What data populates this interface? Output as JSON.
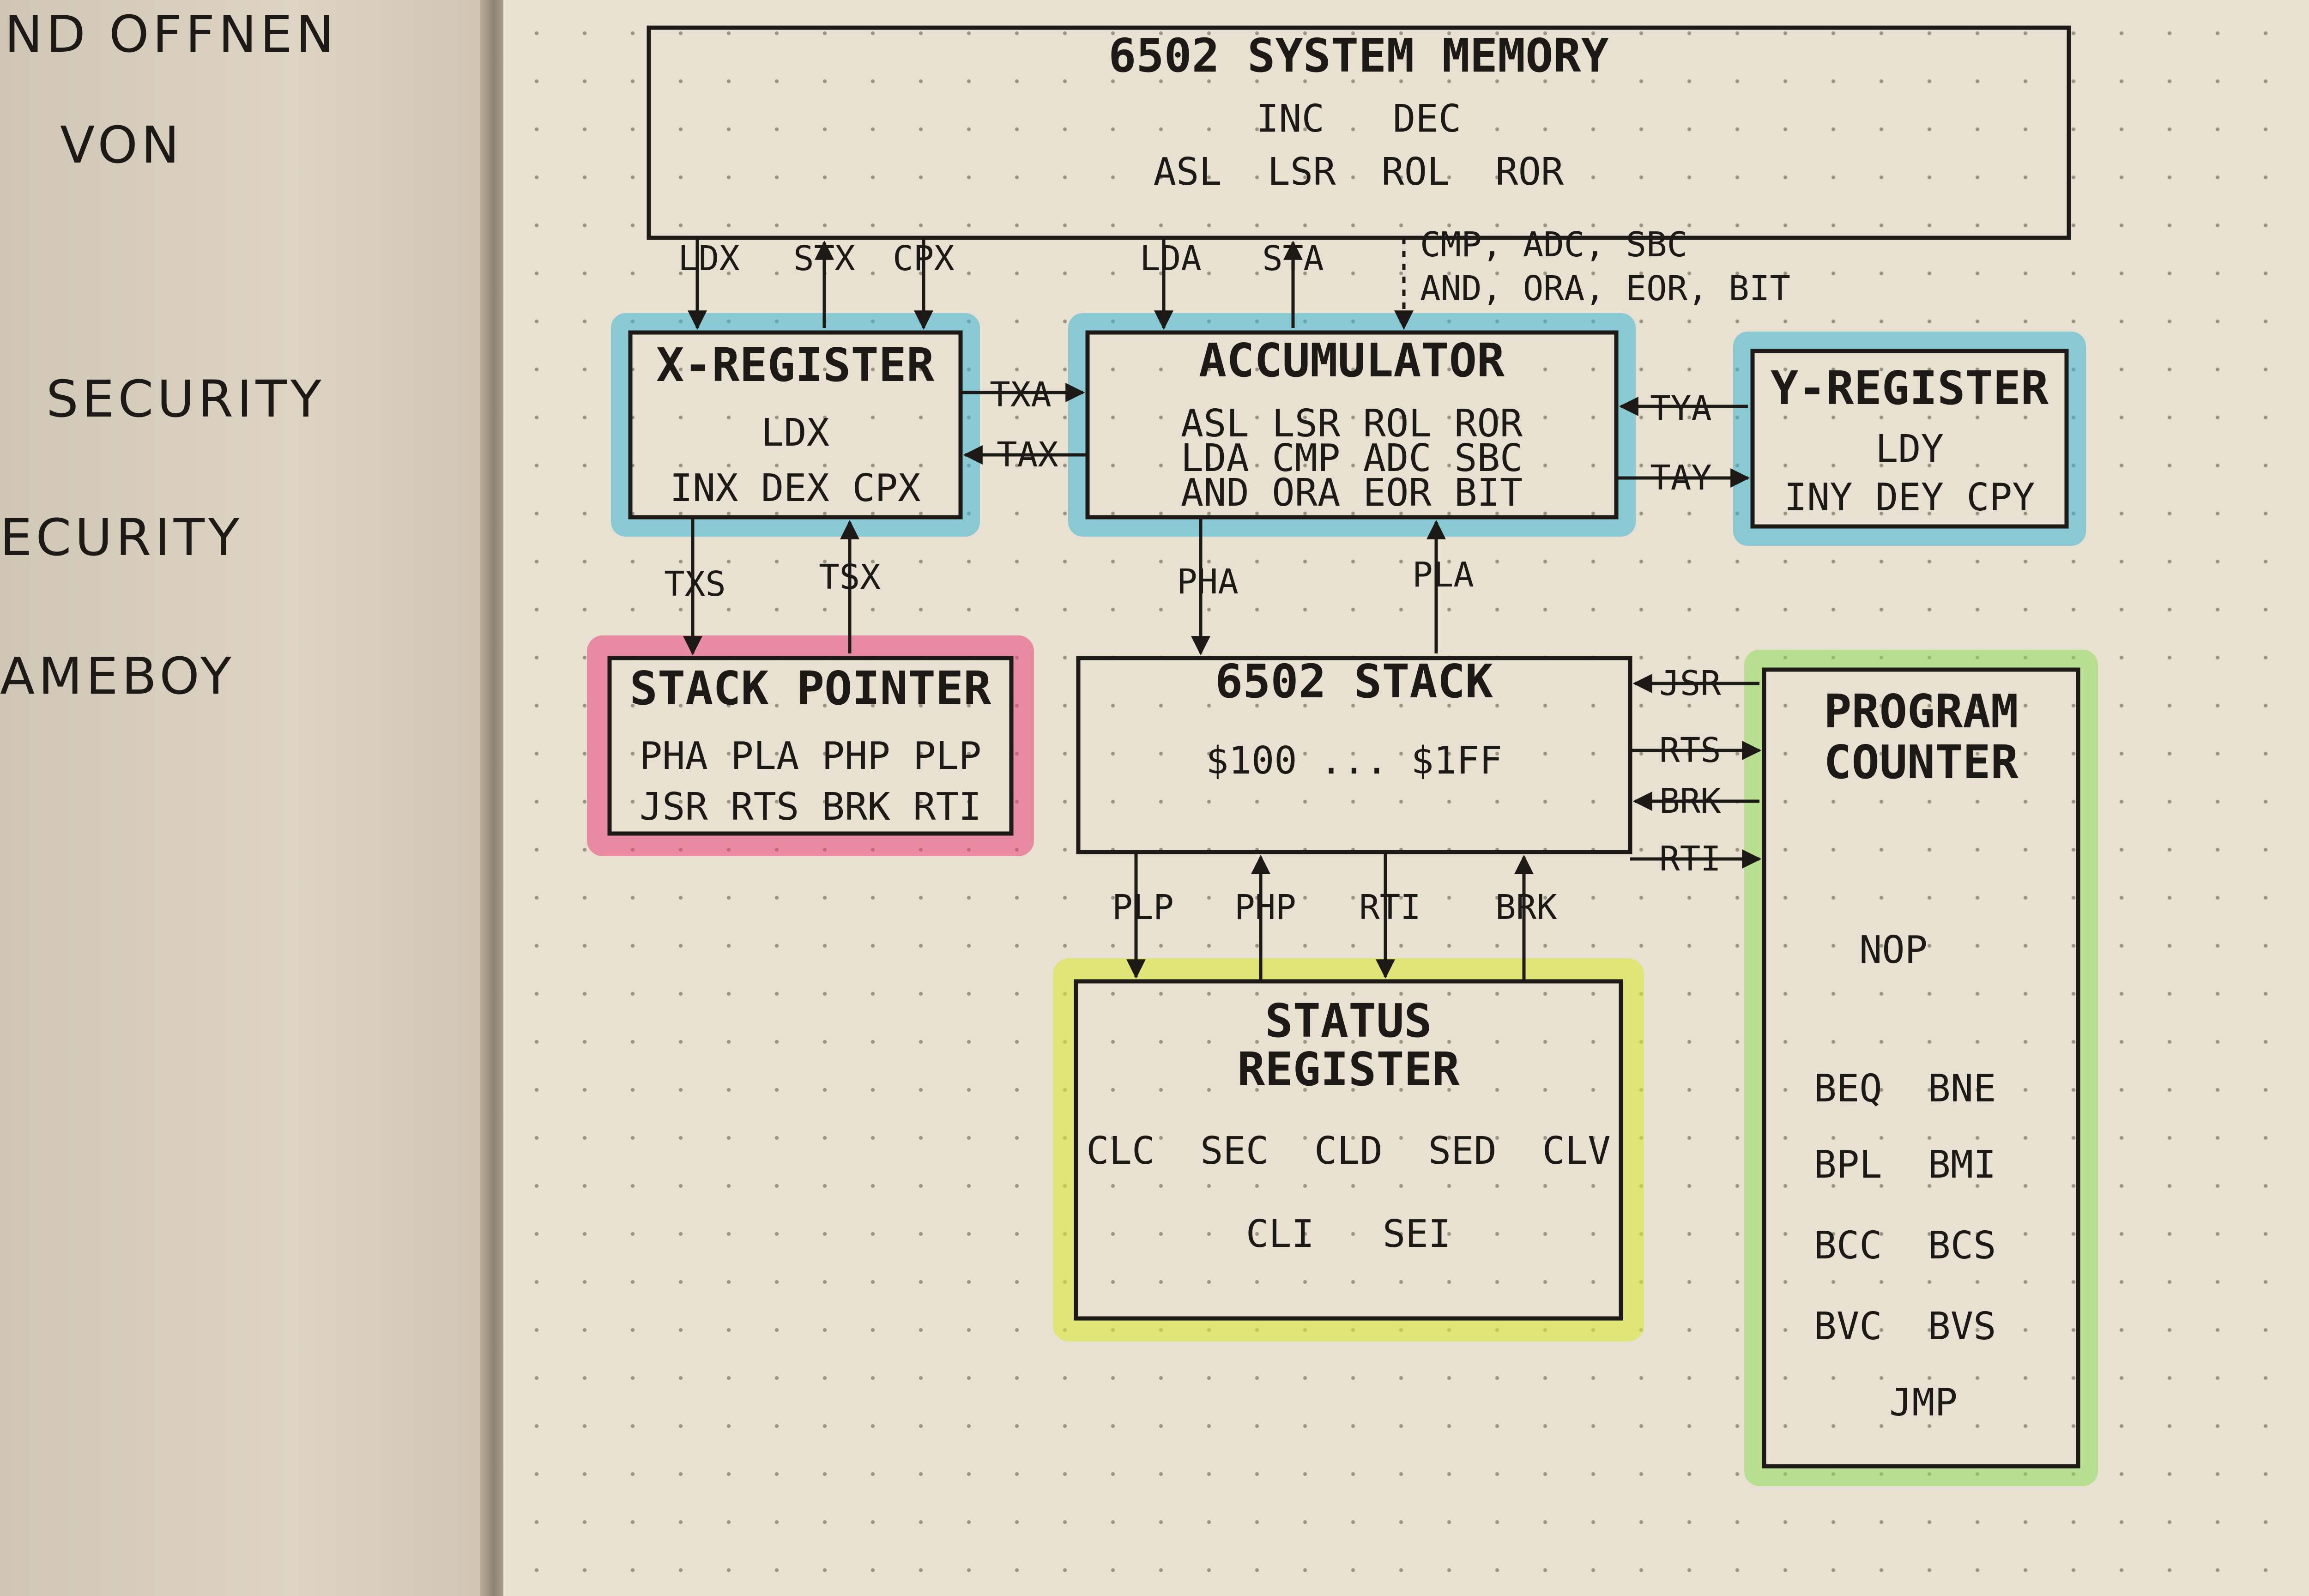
{
  "left_page": {
    "lines": [
      "ND OFFNEN",
      "VON",
      "SECURITY",
      "ECURITY",
      "AMEBOY"
    ]
  },
  "nodes": {
    "memory": {
      "title": "6502 SYSTEM MEMORY",
      "line1": "INC   DEC",
      "line2": "ASL  LSR  ROL  ROR"
    },
    "xreg": {
      "title": "X-REGISTER",
      "line1": "LDX",
      "line2": "INX DEX CPX",
      "color": "#3bb7d3"
    },
    "acc": {
      "title": "ACCUMULATOR",
      "line1": "ASL LSR ROL ROR",
      "line2": "LDA CMP ADC SBC",
      "line3": "AND ORA EOR BIT",
      "color": "#3bb7d3"
    },
    "yreg": {
      "title": "Y-REGISTER",
      "line1": "LDY",
      "line2": "INY DEY CPY",
      "color": "#3bb7d3"
    },
    "sp": {
      "title": "STACK POINTER",
      "line1": "PHA PLA PHP PLP",
      "line2": "JSR RTS BRK RTI",
      "color": "#e8457a"
    },
    "stack": {
      "title": "6502 STACK",
      "line1": "$100 ... $1FF"
    },
    "status": {
      "title1": "STATUS",
      "title2": "REGISTER",
      "line1": "CLC  SEC  CLD  SED  CLV",
      "line2": "CLI   SEI",
      "color": "#d8e83a"
    },
    "pc": {
      "title1": "PROGRAM",
      "title2": "COUNTER",
      "ops": [
        "NOP",
        "BEQ  BNE",
        "BPL  BMI",
        "BCC  BCS",
        "BVC  BVS",
        "JMP"
      ],
      "color": "#8fdc5a"
    }
  },
  "edges": {
    "ldx": "LDX",
    "stx": "STX",
    "cpx": "CPX",
    "lda": "LDA",
    "sta": "STA",
    "mem_acc_1": "CMP, ADC, SBC",
    "mem_acc_2": "AND, ORA, EOR, BIT",
    "txa": "TXA",
    "tax": "TAX",
    "tya": "TYA",
    "tay": "TAY",
    "txs": "TXS",
    "tsx": "TSX",
    "pha": "PHA",
    "pla": "PLA",
    "jsr": "JSR",
    "rts": "RTS",
    "brk_pc": "BRK",
    "rti_pc": "RTI",
    "plp": "PLP",
    "php": "PHP",
    "rti": "RTI",
    "brk": "BRK"
  }
}
